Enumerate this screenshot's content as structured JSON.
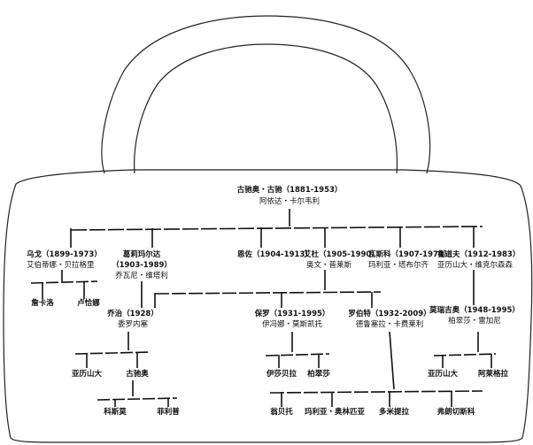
{
  "people": {
    "guccio": {
      "name": "古驰奥・古驰（1881-1953）",
      "spouse": "阿依达・卡尔韦利"
    },
    "ugo": {
      "name": "乌戈（1899-1973）",
      "spouse": "艾伯蒂娜・贝拉格里"
    },
    "grimalda": {
      "name": "葛莉玛尔达",
      "years": "（1903-1989）",
      "spouse": "乔瓦尼・维塔利"
    },
    "enzo": {
      "name": "恩佐（1904-1913）"
    },
    "aldo": {
      "name": "艾杜（1905-1990）",
      "spouse": "奥文・普莱斯"
    },
    "vasco": {
      "name": "瓦斯科（1907-1974）",
      "spouse": "玛利亚・塔布尔齐"
    },
    "rodolfo": {
      "name": "鲁道夫（1912-1983）",
      "spouse": "亚历山大・维克尔森森"
    },
    "giancarlo": {
      "name": "詹卡洛"
    },
    "lucia": {
      "name": "卢恰娜"
    },
    "giorgio": {
      "name": "乔治（1928）",
      "spouse": "委罗内塞"
    },
    "paolo": {
      "name": "保罗（1931-1995）",
      "spouse": "伊冯娜・莫斯凯托"
    },
    "roberto": {
      "name": "罗伯特（1932-2009）",
      "spouse": "德鲁塞拉・卡费莱利"
    },
    "maurizio": {
      "name": "莫瑞吉奥（1948-1995）",
      "spouse": "柏翠莎・雷加尼"
    },
    "alessandro1": {
      "name": "亚历山大"
    },
    "guccio2": {
      "name": "古驰奥"
    },
    "cosimo": {
      "name": "科斯莫"
    },
    "filippo": {
      "name": "菲利普"
    },
    "elisabetta": {
      "name": "伊莎贝拉"
    },
    "patrizia": {
      "name": "柏翠莎"
    },
    "alessandra": {
      "name": "亚历山大"
    },
    "allegra": {
      "name": "阿莱格拉"
    },
    "cosimo2": {
      "name": "翁贝托"
    },
    "maria_olimpia": {
      "name": "玛利亚・奥林匹亚"
    },
    "domitilla": {
      "name": "多米提拉"
    },
    "francesco": {
      "name": "弗朗切斯科"
    }
  }
}
